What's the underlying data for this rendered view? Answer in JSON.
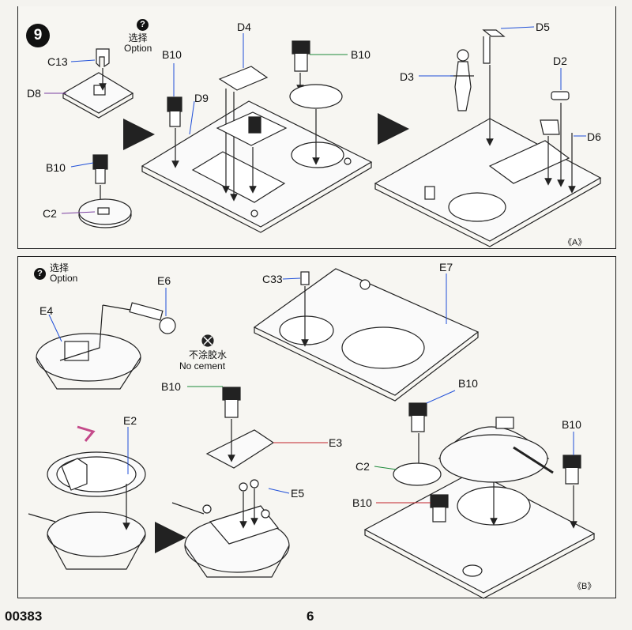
{
  "step_number": "9",
  "option": {
    "cn": "选择",
    "en": "Option"
  },
  "no_cement": {
    "cn": "不涂胶水",
    "en": "No cement"
  },
  "top_labels": {
    "c13": "C13",
    "d8": "D8",
    "b10_a": "B10",
    "d4": "D4",
    "d9": "D9",
    "b10_b": "B10",
    "b10_c": "B10",
    "c2": "C2",
    "d5": "D5",
    "d3": "D3",
    "d2": "D2",
    "d6": "D6",
    "sub_a": "《A》"
  },
  "bottom_labels": {
    "e6": "E6",
    "e4": "E4",
    "c33": "C33",
    "e7": "E7",
    "b10_d": "B10",
    "e3": "E3",
    "e2": "E2",
    "e5": "E5",
    "b10_e": "B10",
    "b10_f": "B10",
    "c2": "C2",
    "b10_g": "B10",
    "sub_b": "《B》"
  },
  "footer": {
    "code": "00383",
    "page": "6"
  },
  "colors": {
    "callout_blue": "#1f4fd8",
    "callout_green": "#1d8a3a",
    "callout_red": "#c0222b",
    "callout_purple": "#7a3fa0",
    "arrow_pink": "#c44a8a",
    "line": "#222222"
  }
}
